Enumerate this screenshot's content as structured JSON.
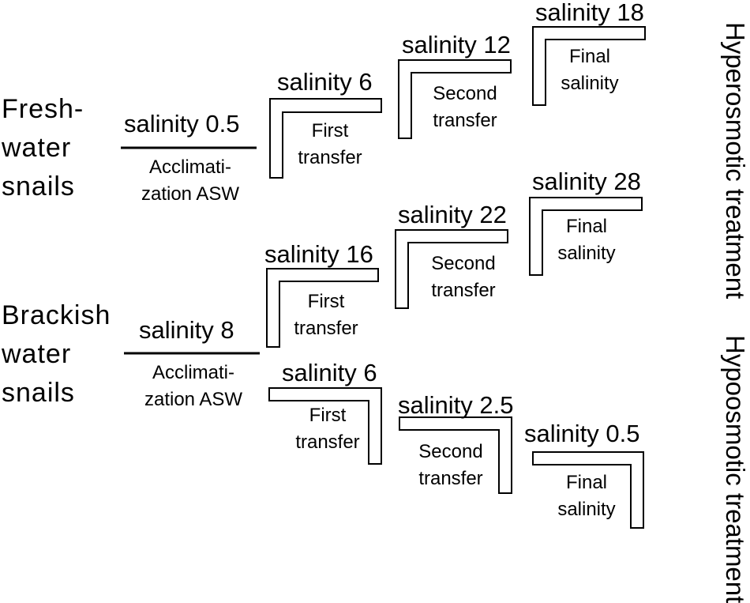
{
  "groups": {
    "freshwater": {
      "label_line1": "Fresh-",
      "label_line2": "water",
      "label_line3": "snails",
      "acclimatization": {
        "salinity": "salinity 0.5",
        "step_line1": "Acclimati-",
        "step_line2": "zation ASW"
      },
      "first": {
        "salinity": "salinity 6",
        "step_line1": "First",
        "step_line2": "transfer"
      },
      "second": {
        "salinity": "salinity 12",
        "step_line1": "Second",
        "step_line2": "transfer"
      },
      "final": {
        "salinity": "salinity 18",
        "step_line1": "Final",
        "step_line2": "salinity"
      }
    },
    "brackish": {
      "label_line1": "Brackish",
      "label_line2": "water",
      "label_line3": "snails",
      "acclimatization": {
        "salinity": "salinity 8",
        "step_line1": "Acclimati-",
        "step_line2": "zation ASW"
      },
      "hyper": {
        "first": {
          "salinity": "salinity 16",
          "step_line1": "First",
          "step_line2": "transfer"
        },
        "second": {
          "salinity": "salinity 22",
          "step_line1": "Second",
          "step_line2": "transfer"
        },
        "final": {
          "salinity": "salinity 28",
          "step_line1": "Final",
          "step_line2": "salinity"
        }
      },
      "hypo": {
        "first": {
          "salinity": "salinity 6",
          "step_line1": "First",
          "step_line2": "transfer"
        },
        "second": {
          "salinity": "salinity 2.5",
          "step_line1": "Second",
          "step_line2": "transfer"
        },
        "final": {
          "salinity": "salinity 0.5",
          "step_line1": "Final",
          "step_line2": "salinity"
        }
      }
    }
  },
  "treatments": {
    "hyperosmotic": {
      "line1": "Hyperosmotic",
      "line2": "treatment"
    },
    "hypoosmotic": {
      "line1": "Hypoosmotic",
      "line2": "treatment"
    }
  },
  "colors": {
    "ink": "#000000",
    "background": "#ffffff"
  }
}
